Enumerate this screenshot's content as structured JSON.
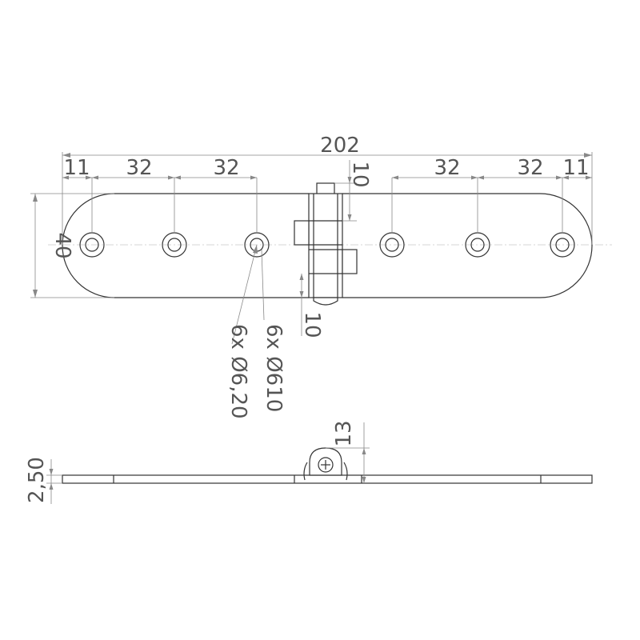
{
  "colors": {
    "outline": "#333333",
    "dimension": "#888888",
    "text": "#555555",
    "background": "#ffffff"
  },
  "top_view": {
    "overall_length": "202",
    "end_offset_left": "11",
    "end_offset_right": "11",
    "spacing_left_1": "32",
    "spacing_left_2": "32",
    "spacing_right_1": "32",
    "spacing_right_2": "32",
    "width": "40",
    "knuckle_top": "10",
    "knuckle_bottom": "10",
    "hole_callout_a": "6x Ø6,20",
    "hole_callout_b": "6x Ø610"
  },
  "side_view": {
    "thickness": "2,50",
    "knuckle_height": "13"
  }
}
